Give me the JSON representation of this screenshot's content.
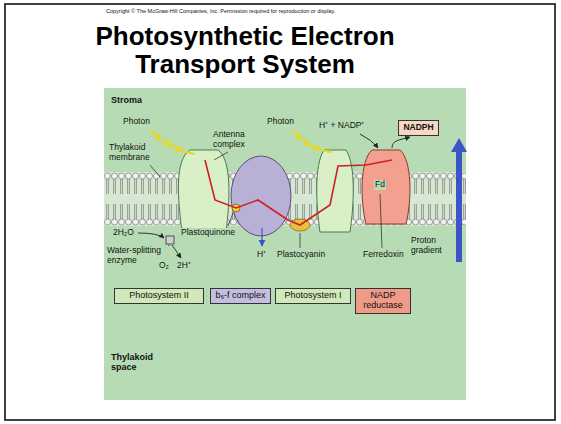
{
  "diagram": {
    "title": "Photosynthetic Electron Transport System",
    "nodes": [
      {
        "text": [
          "NADPH"
        ]
      },
      {
        "text": [
          "Photosystem II"
        ]
      },
      {
        "text": [
          "b₆-f complex"
        ]
      },
      {
        "text": [
          "Photosystem I"
        ]
      },
      {
        "text": [
          "NADP reductase"
        ]
      }
    ],
    "labels": [
      "Copyright © The McGraw-Hill Companies, Inc. Permission required for reproduction or display.",
      "Stroma",
      "Photon",
      "Photon",
      "Thylakoid membrane",
      "Antenna complex",
      "H⁺ + NADP⁺",
      "Fd",
      "2H₂O",
      "Plastoquinone",
      "Water-splitting enzyme",
      "O₂",
      "2H⁺",
      "H⁺",
      "Plastocyanin",
      "Ferredoxin",
      "Proton gradient",
      "Thylakoid space"
    ]
  }
}
